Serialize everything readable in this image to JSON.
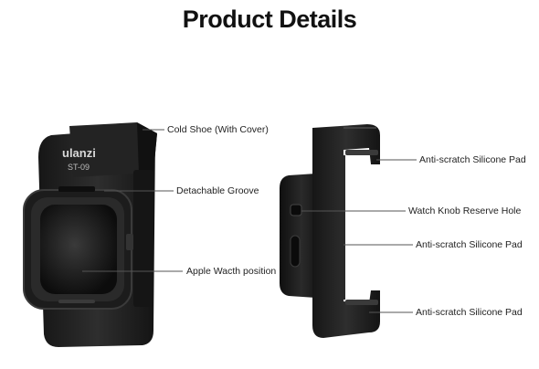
{
  "page": {
    "title": "Product Details"
  },
  "left_product": {
    "brand": "ulanzi",
    "model": "ST-09",
    "callouts": {
      "cold_shoe": "Cold Shoe (With Cover)",
      "groove": "Detachable Groove",
      "watch_position": "Apple Wacth position"
    }
  },
  "right_product": {
    "callouts": {
      "pad_top": "Anti-scratch Silicone Pad",
      "knob_hole": "Watch Knob Reserve Hole",
      "pad_middle": "Anti-scratch Silicone Pad",
      "pad_bottom": "Anti-scratch Silicone Pad"
    }
  },
  "colors": {
    "body": "#1f1f1f",
    "body_dark": "#0e0e0e",
    "highlight": "#4a4a4a",
    "leader_line": "#555555"
  }
}
